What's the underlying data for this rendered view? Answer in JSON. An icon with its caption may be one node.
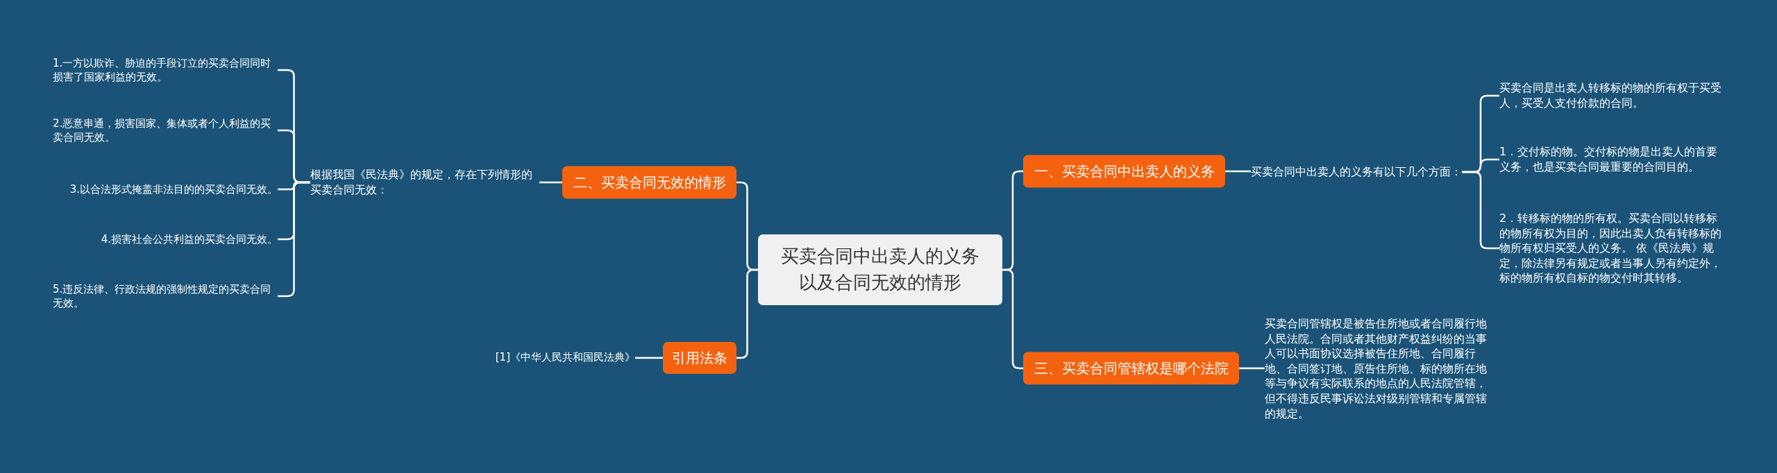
{
  "diagram": {
    "nodes": [
      {
        "text": [
          "买卖合同中出卖人的义务以及合同无效的情形"
        ]
      },
      {
        "text": [
          "一、买卖合同中出卖人的义务"
        ]
      },
      {
        "text": [
          "买卖合同中出卖人的义务有以下几个方面："
        ]
      },
      {
        "text": [
          "买卖合同是出卖人转移标的物的所有权于买受人，买受人支付价款的合同。"
        ]
      },
      {
        "text": [
          "1．交付标的物。交付标的物是出卖人的首要义务，也是买卖合同最重要的合同目的。"
        ]
      },
      {
        "text": [
          "2．转移标的物的所有权。买卖合同以转移标的物所有权为目的，因此出卖人负有转移标的物所有权归买受人的义务。 依《民法典》规定，除法律另有规定或者当事人另有约定外，标的物所有权自标的物交付时其转移。"
        ]
      },
      {
        "text": [
          "三、买卖合同管辖权是哪个法院"
        ]
      },
      {
        "text": [
          "买卖合同管辖权是被告住所地或者合同履行地人民法院。合同或者其他财产权益纠纷的当事人可以书面协议选择被告住所地、合同履行地、合同签订地、原告住所地、标的物所在地等与争议有实际联系的地点的人民法院管辖，但不得违反民事诉讼法对级别管辖和专属管辖的规定。"
        ]
      },
      {
        "text": [
          "二、买卖合同无效的情形"
        ]
      },
      {
        "text": [
          "根据我国《民法典》的规定，存在下列情形的买卖合同无效："
        ]
      },
      {
        "text": [
          "1.一方以欺诈、胁迫的手段订立的买卖合同同时损害了国家利益的无效。"
        ]
      },
      {
        "text": [
          "2.恶意串通，损害国家、集体或者个人利益的买卖合同无效。"
        ]
      },
      {
        "text": [
          "3.以合法形式掩盖非法目的的买卖合同无效。"
        ]
      },
      {
        "text": [
          "4.损害社会公共利益的买卖合同无效。"
        ]
      },
      {
        "text": [
          "5.违反法律、行政法规的强制性规定的买卖合同无效。"
        ]
      },
      {
        "text": [
          "引用法条"
        ]
      },
      {
        "text": [
          "[1]《中华人民共和国民法典》"
        ]
      }
    ],
    "edges": [
      {
        "from": 0,
        "to": 1,
        "arrow": "none"
      },
      {
        "from": 1,
        "to": 2,
        "arrow": "none"
      },
      {
        "from": 2,
        "to": 3,
        "arrow": "none"
      },
      {
        "from": 2,
        "to": 4,
        "arrow": "none"
      },
      {
        "from": 2,
        "to": 5,
        "arrow": "none"
      },
      {
        "from": 0,
        "to": 6,
        "arrow": "none"
      },
      {
        "from": 6,
        "to": 7,
        "arrow": "none"
      },
      {
        "from": 0,
        "to": 8,
        "arrow": "none"
      },
      {
        "from": 8,
        "to": 9,
        "arrow": "none"
      },
      {
        "from": 9,
        "to": 10,
        "arrow": "none"
      },
      {
        "from": 9,
        "to": 11,
        "arrow": "none"
      },
      {
        "from": 9,
        "to": 12,
        "arrow": "none"
      },
      {
        "from": 9,
        "to": 13,
        "arrow": "none"
      },
      {
        "from": 9,
        "to": 14,
        "arrow": "none"
      },
      {
        "from": 0,
        "to": 15,
        "arrow": "none"
      },
      {
        "from": 15,
        "to": 16,
        "arrow": "none"
      }
    ]
  }
}
